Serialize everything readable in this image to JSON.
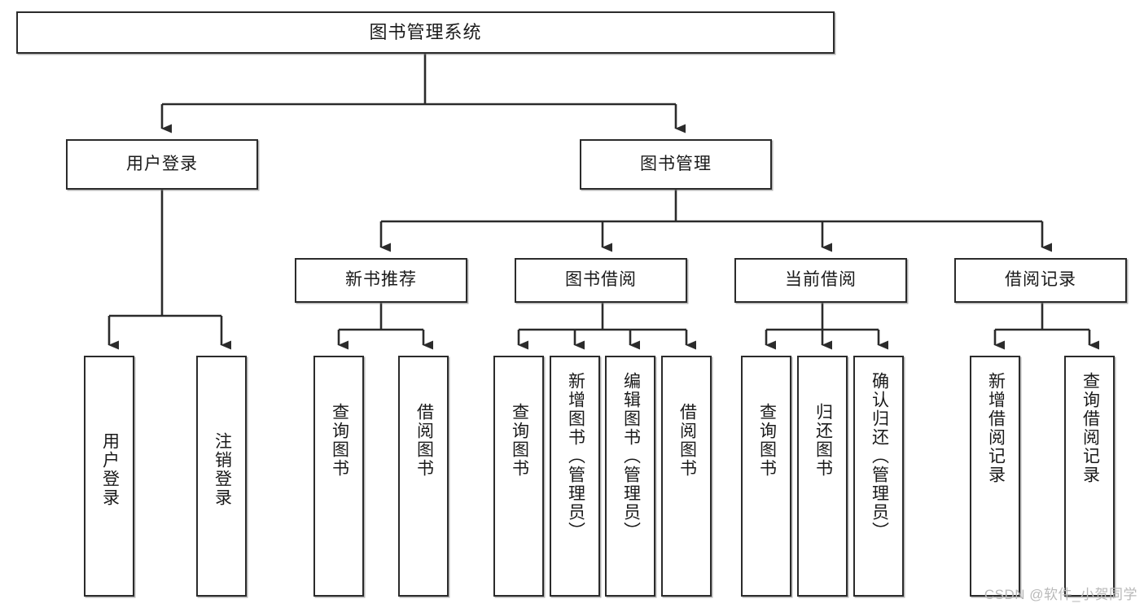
{
  "diagram": {
    "title_text": "图书管理系统",
    "type": "tree-hierarchy-chart",
    "colors": {
      "box_border": "#2b2b2b",
      "box_fill": "#ffffff",
      "connector": "#2b2b2b",
      "text": "#1a1a1a",
      "watermark": "#b9b9b9",
      "background": "#ffffff"
    },
    "root": {
      "label": "图书管理系统"
    },
    "level2": [
      {
        "label": "用户登录"
      },
      {
        "label": "图书管理"
      }
    ],
    "level3": [
      {
        "label": "新书推荐"
      },
      {
        "label": "图书借阅"
      },
      {
        "label": "当前借阅"
      },
      {
        "label": "借阅记录"
      }
    ],
    "leaves": {
      "user_login": [
        {
          "label": "用户登录"
        },
        {
          "label": "注销登录"
        }
      ],
      "new_book_recommend": [
        {
          "label": "查询图书"
        },
        {
          "label": "借阅图书"
        }
      ],
      "book_borrow": [
        {
          "label": "查询图书"
        },
        {
          "label": "新增图书（管理员）"
        },
        {
          "label": "编辑图书（管理员）"
        },
        {
          "label": "借阅图书"
        }
      ],
      "current_borrow": [
        {
          "label": "查询图书"
        },
        {
          "label": "归还图书"
        },
        {
          "label": "确认归还（管理员）"
        }
      ],
      "borrow_record": [
        {
          "label": "新增借阅记录"
        },
        {
          "label": "查询借阅记录"
        }
      ]
    },
    "watermark": "CSDN @软件_小贺同学"
  }
}
